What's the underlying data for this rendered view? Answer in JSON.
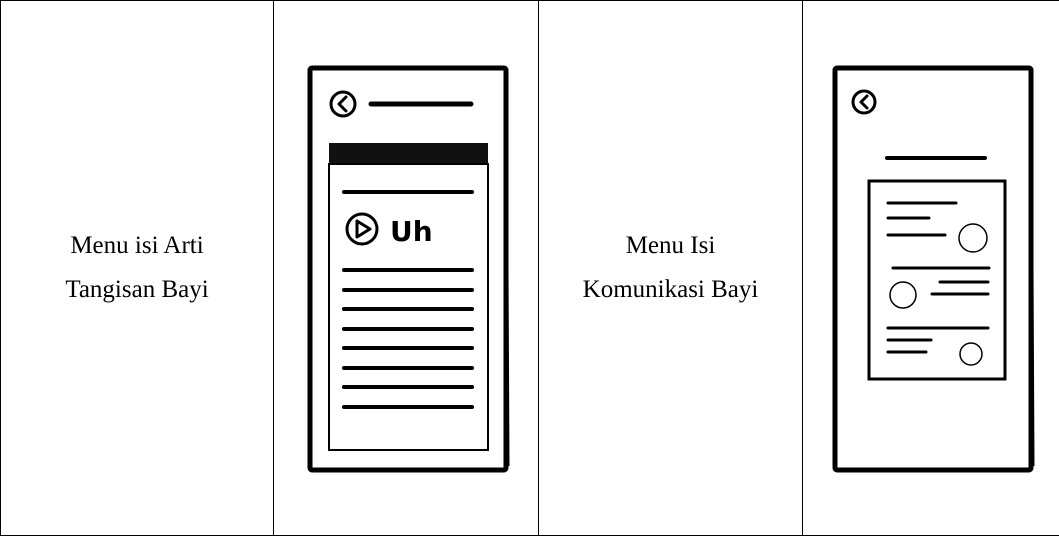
{
  "rows": [
    {
      "label_lines": [
        "Menu isi Arti",
        "Tangisan Bayi"
      ],
      "wireframe": {
        "name": "arti-tangisan-screen",
        "back_icon": "back-circle-icon",
        "play_icon": "play-circle-icon",
        "play_label": "Uh"
      }
    },
    {
      "label_lines": [
        "Menu Isi",
        "Komunikasi Bayi"
      ],
      "wireframe": {
        "name": "komunikasi-screen",
        "back_icon": "back-circle-icon",
        "avatar_icon": "circle-avatar-icon"
      }
    }
  ]
}
